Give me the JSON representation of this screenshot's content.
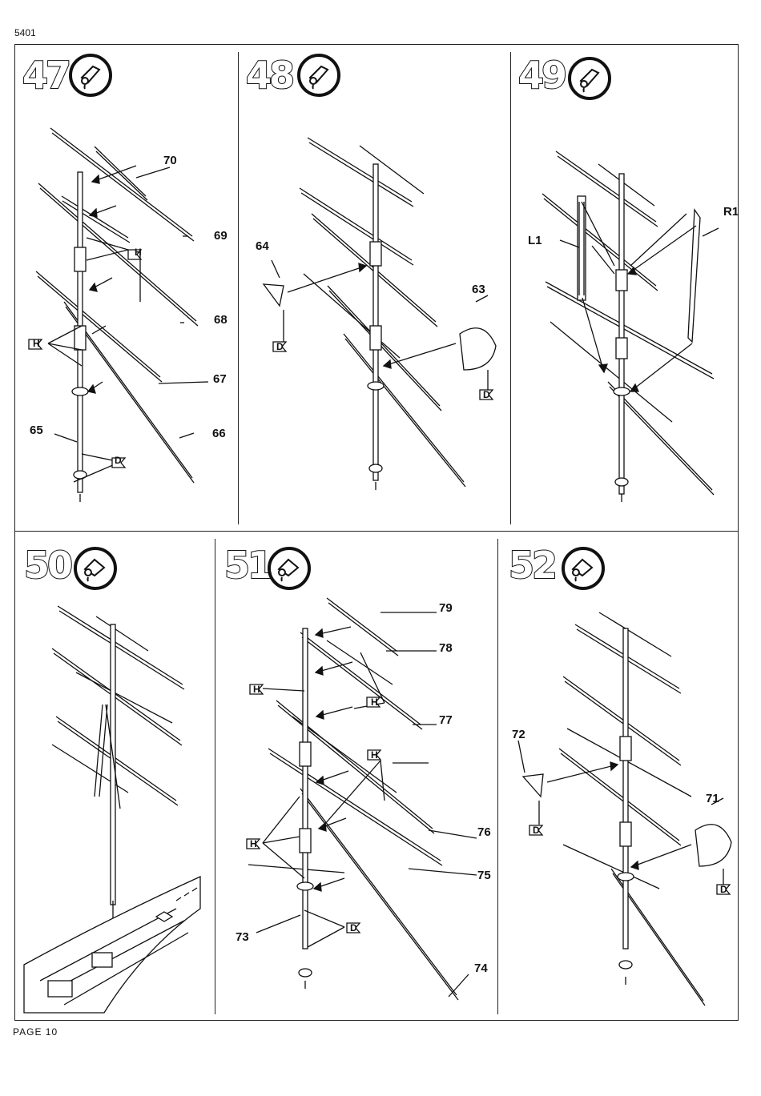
{
  "page_code": "5401",
  "footer": "PAGE 10",
  "steps": [
    {
      "number": "47",
      "icon": "glue-tube-icon",
      "labels": [
        "70",
        "69",
        "68",
        "67",
        "66",
        "65"
      ],
      "tags": [
        "H",
        "H",
        "D"
      ]
    },
    {
      "number": "48",
      "icon": "glue-tube-icon",
      "labels": [
        "64",
        "63"
      ],
      "tags": [
        "D",
        "D"
      ]
    },
    {
      "number": "49",
      "icon": "glue-tube-icon",
      "labels": [
        "R1",
        "L1"
      ],
      "tags": []
    },
    {
      "number": "50",
      "icon": "glue-tube-icon",
      "labels": [],
      "tags": []
    },
    {
      "number": "51",
      "icon": "glue-tube-icon",
      "labels": [
        "79",
        "78",
        "77",
        "76",
        "75",
        "74",
        "73"
      ],
      "tags": [
        "H",
        "H",
        "H",
        "H",
        "D"
      ]
    },
    {
      "number": "52",
      "icon": "glue-tube-icon",
      "labels": [
        "72",
        "71"
      ],
      "tags": [
        "D",
        "D"
      ]
    }
  ]
}
